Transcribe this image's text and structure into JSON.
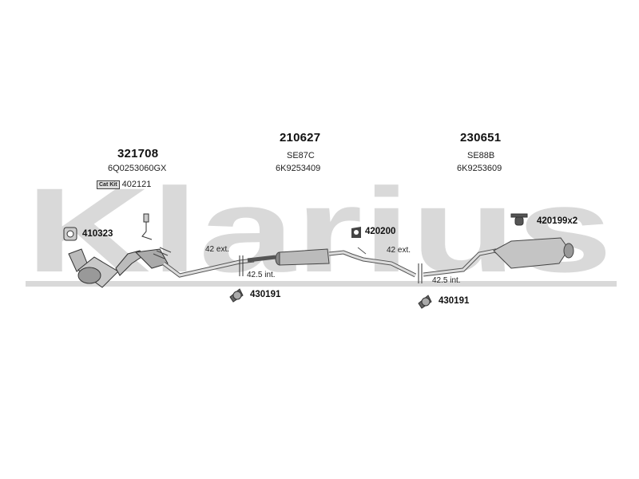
{
  "watermark": {
    "text": "Klarius"
  },
  "parts": [
    {
      "number": "321708",
      "codes": [
        "6Q0253060GX"
      ]
    },
    {
      "number": "210627",
      "codes": [
        "SE87C",
        "6K9253409"
      ]
    },
    {
      "number": "230651",
      "codes": [
        "SE88B",
        "6K9253609"
      ]
    }
  ],
  "cat_kit": {
    "label": "Cat Kit",
    "number": "402121"
  },
  "refs": {
    "gasket": "410323",
    "hanger_mid": "420200",
    "hanger_rear": "420199x2",
    "clamp_front": "430191",
    "clamp_rear": "430191"
  },
  "dims": {
    "front_ext": "42 ext.",
    "front_int": "42.5 int.",
    "rear_ext": "42 ext.",
    "rear_int": "42.5 int."
  }
}
